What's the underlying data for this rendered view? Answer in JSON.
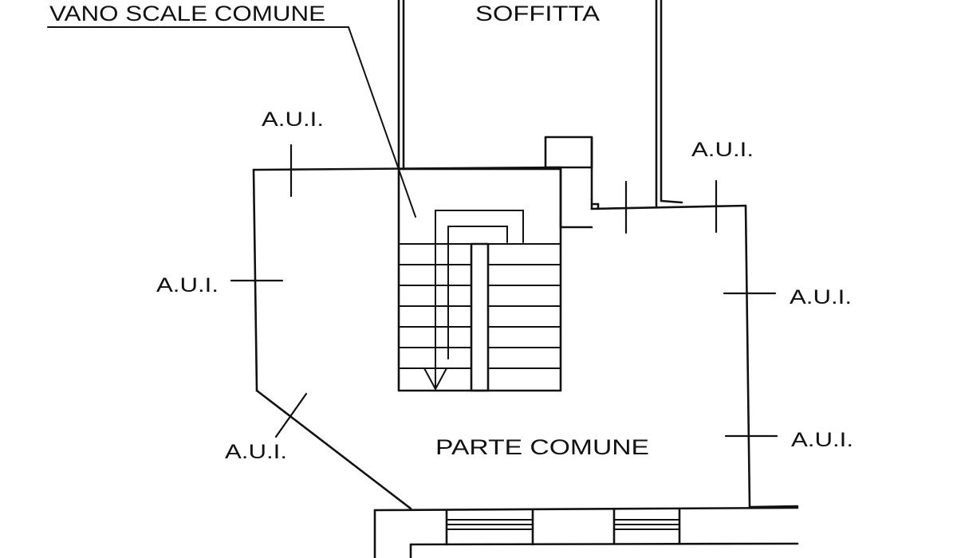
{
  "labels": {
    "stair_callout": "VANO SCALE COMUNE",
    "attic": "SOFFITTA",
    "common_area": "PARTE COMUNE",
    "aui_upper_left": "A.U.I.",
    "aui_upper_right": "A.U.I.",
    "aui_left": "A.U.I.",
    "aui_right": "A.U.I.",
    "aui_lower_left": "A.U.I.",
    "aui_lower_right": "A.U.I."
  },
  "colors": {
    "ink": "#111111",
    "paper": "#ffffff"
  },
  "stair": {
    "left_flight_treads": 7,
    "right_flight_treads": 7,
    "direction_arrow": "down-arrow-icon"
  }
}
